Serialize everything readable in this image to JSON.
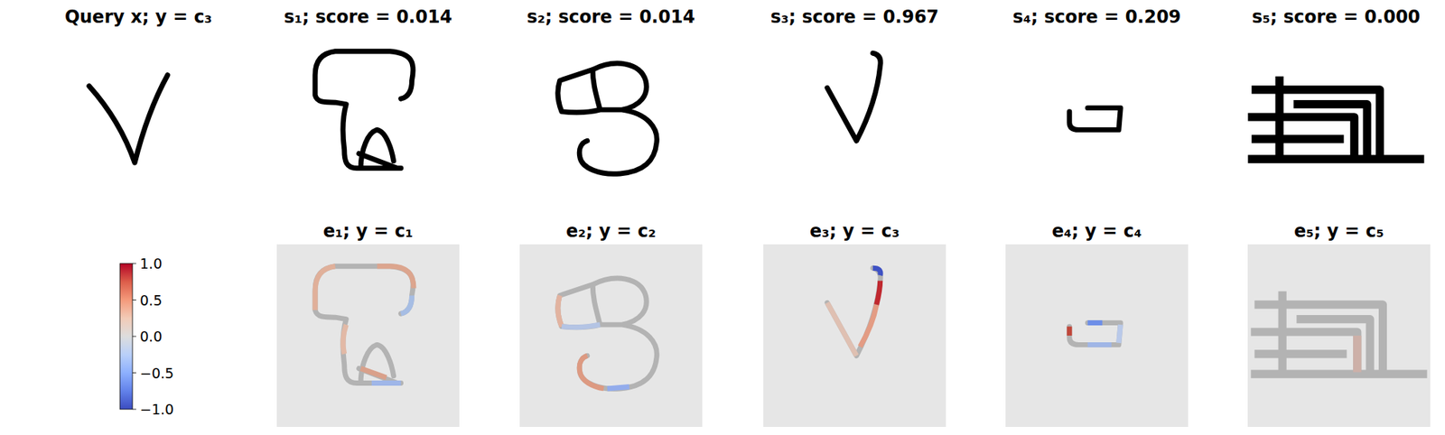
{
  "diagram": {
    "nodes": [
      {
        "text": [
          "e₁; y = c₁"
        ]
      },
      {
        "text": [
          "e₂; y = c₂"
        ]
      },
      {
        "text": [
          "e₃; y = c₃"
        ]
      },
      {
        "text": [
          "e₄; y = c₄"
        ]
      },
      {
        "text": [
          "e₅; y = c₅"
        ]
      }
    ],
    "labels": [
      "Query x; y = c₃",
      "s₁; score = 0.014",
      "s₂; score = 0.014",
      "s₃; score = 0.967",
      "s₄; score = 0.209",
      "s₅; score = 0.000",
      "1.0",
      "0.5",
      "0.0",
      "−0.5",
      "−1.0"
    ]
  }
}
